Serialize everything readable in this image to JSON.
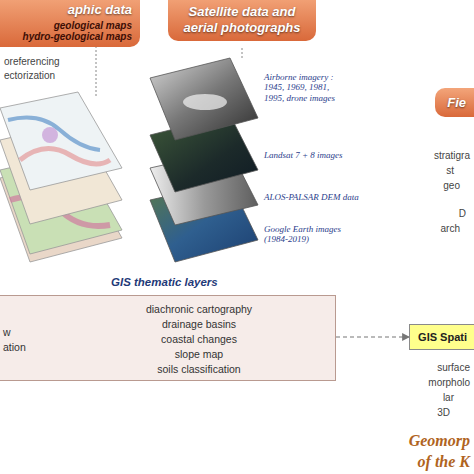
{
  "diagram": {
    "nodes": [
      {
        "text": [
          "aphic data",
          "geological maps",
          "hydro-geological maps"
        ]
      },
      {
        "text": [
          "Satellite data and aerial photographs"
        ]
      },
      {
        "text": [
          "Fie"
        ]
      },
      {
        "text": [
          "GIS thematic layers",
          "w",
          "ation",
          "diachronic cartography",
          "drainage basins",
          "coastal changes",
          "slope map",
          "soils classification"
        ]
      },
      {
        "text": [
          "GIS Spati"
        ]
      }
    ],
    "edges": [
      {
        "from": 3,
        "to": 4,
        "arrow": "to"
      }
    ],
    "labels": [
      "oreferencing",
      "ectorization",
      "Airborne imagery : 1945, 1969, 1981, 1995, drone images",
      "Landsat 7 + 8 images",
      "ALOS-PALSAR DEM data",
      "Google Earth images (1984-2019)",
      "stratigra",
      "st",
      "geo",
      "D",
      "arch",
      "surface",
      "morpholo",
      "lar",
      "3D",
      "Geomorp",
      "of the K"
    ]
  }
}
